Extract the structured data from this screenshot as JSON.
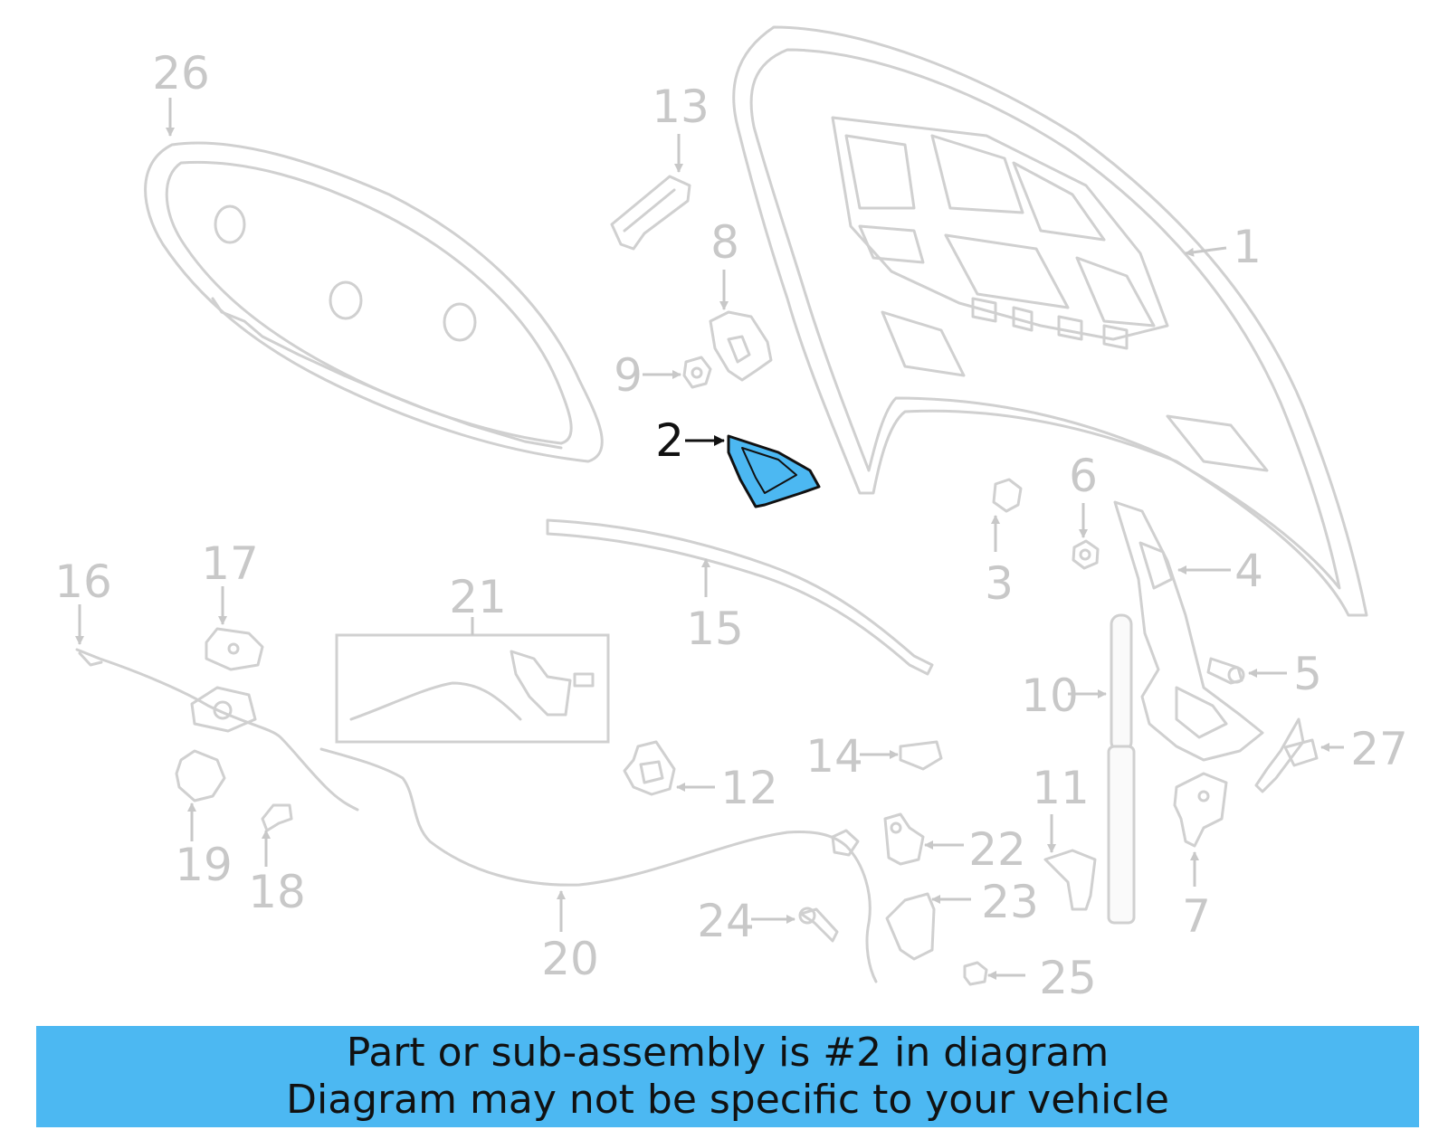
{
  "colors": {
    "highlight_fill": "#4cb8f2",
    "highlight_stroke": "#111111",
    "muted_parts": "#d0d0d0",
    "muted_labels": "#c8c8c8",
    "banner_background": "#4cb8f2"
  },
  "highlighted_part": "2",
  "callouts": {
    "n1": "1",
    "n2": "2",
    "n3": "3",
    "n4": "4",
    "n5": "5",
    "n6": "6",
    "n7": "7",
    "n8": "8",
    "n9": "9",
    "n10": "10",
    "n11": "11",
    "n12": "12",
    "n13": "13",
    "n14": "14",
    "n15": "15",
    "n16": "16",
    "n17": "17",
    "n18": "18",
    "n19": "19",
    "n20": "20",
    "n21": "21",
    "n22": "22",
    "n23": "23",
    "n24": "24",
    "n25": "25",
    "n26": "26",
    "n27": "27"
  },
  "banner": {
    "line1": "Part or sub-assembly is #2 in diagram",
    "line2": "Diagram may not be specific to your vehicle"
  }
}
